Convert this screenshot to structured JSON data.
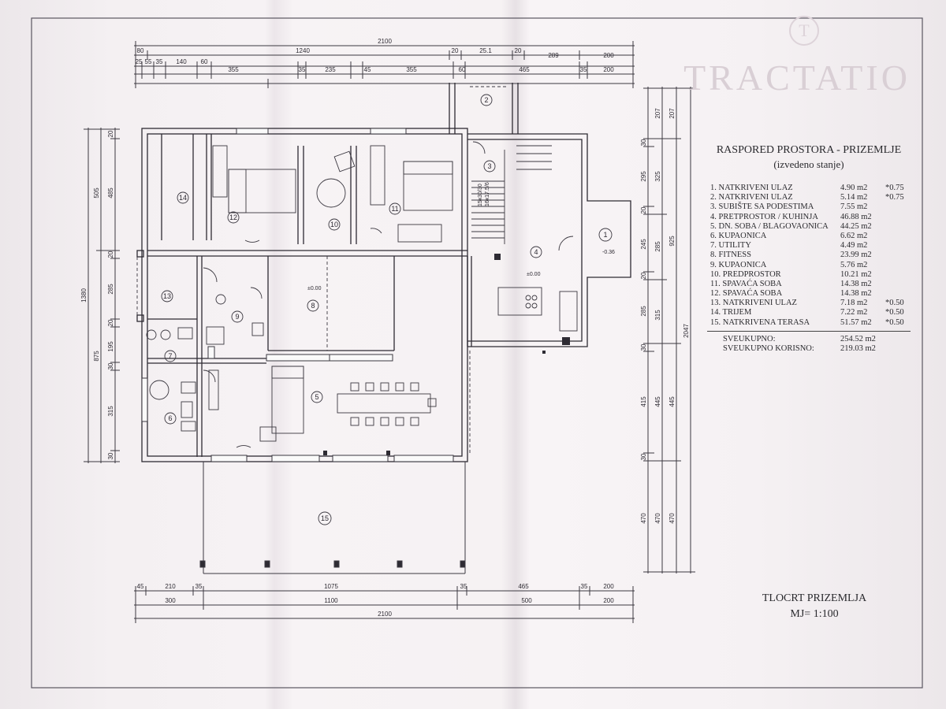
{
  "watermark": {
    "brand": "TRACTATIO",
    "logo_letter": "T"
  },
  "legend": {
    "title": "RASPORED PROSTORA - PRIZEMLJE",
    "subtitle": "(izvedeno stanje)",
    "rooms": [
      {
        "name": "1. NATKRIVENI ULAZ",
        "area": "4.90 m2",
        "coef": "*0.75"
      },
      {
        "name": "2. NATKRIVENI ULAZ",
        "area": "5.14 m2",
        "coef": "*0.75"
      },
      {
        "name": "3. SUBIŠTE SA PODESTIMA",
        "area": "7.55 m2",
        "coef": ""
      },
      {
        "name": "4. PRETPROSTOR / KUHINJA",
        "area": "46.88 m2",
        "coef": ""
      },
      {
        "name": "5. DN. SOBA / BLAGOVAONICA",
        "area": "44.25 m2",
        "coef": ""
      },
      {
        "name": "6. KUPAONICA",
        "area": "6.62 m2",
        "coef": ""
      },
      {
        "name": "7. UTILITY",
        "area": "4.49 m2",
        "coef": ""
      },
      {
        "name": "8. FITNESS",
        "area": "23.99 m2",
        "coef": ""
      },
      {
        "name": "9. KUPAONICA",
        "area": "5.76 m2",
        "coef": ""
      },
      {
        "name": "10. PREDPROSTOR",
        "area": "10.21 m2",
        "coef": ""
      },
      {
        "name": "11. SPAVAĆA SOBA",
        "area": "14.38 m2",
        "coef": ""
      },
      {
        "name": "12. SPAVAĆA SOBA",
        "area": "14.38 m2",
        "coef": ""
      },
      {
        "name": "13. NATKRIVENI ULAZ",
        "area": "7.18 m2",
        "coef": "*0.50"
      },
      {
        "name": "14. TRIJEM",
        "area": "7.22 m2",
        "coef": "*0.50"
      },
      {
        "name": "15. NATKRIVENA TERASA",
        "area": "51.57 m2",
        "coef": "*0.50"
      }
    ],
    "totals": [
      {
        "name": "SVEUKUPNO:",
        "area": "254.52 m2"
      },
      {
        "name": "SVEUKUPNO KORISNO:",
        "area": "219.03 m2"
      }
    ]
  },
  "drawing": {
    "title": "TLOCRT PRIZEMLJA",
    "scale": "MJ= 1:100",
    "room_numbers": [
      "1",
      "2",
      "3",
      "4",
      "5",
      "6",
      "7",
      "8",
      "9",
      "10",
      "11",
      "12",
      "13",
      "14",
      "15"
    ],
    "levels": [
      "±0.00",
      "±0.00",
      "-0.36"
    ],
    "top_dims": {
      "row1": [
        "2100"
      ],
      "row2": [
        "80",
        "1240",
        "20",
        "25.1",
        "20",
        "289",
        "200"
      ],
      "row3": [
        "25",
        "55",
        "35",
        "140",
        "60",
        "35",
        "235",
        "45",
        "355",
        "60",
        "465",
        "35",
        "200"
      ],
      "row3b": [
        "355"
      ]
    },
    "bottom_dims": {
      "row1": [
        "45",
        "210",
        "35",
        "1075",
        "35",
        "465",
        "35",
        "200"
      ],
      "row2": [
        "300",
        "1100",
        "500",
        "200"
      ],
      "row3": [
        "2100"
      ]
    },
    "left_dims": {
      "outer": [
        "1380"
      ],
      "mid": [
        "505",
        "875"
      ],
      "inner": [
        "20",
        "485",
        "20",
        "285",
        "20",
        "195",
        "30",
        "315",
        "30"
      ]
    },
    "right_dims": {
      "inner": [
        "30",
        "295",
        "20",
        "245",
        "20",
        "285",
        "30",
        "415",
        "30",
        "470"
      ],
      "mid": [
        "207",
        "325",
        "285",
        "315",
        "445",
        "470"
      ],
      "outer": [
        "207",
        "925",
        "445",
        "470"
      ],
      "far": [
        "2047"
      ]
    },
    "stair_notes": [
      "15x30/30",
      "16x17.5/6"
    ]
  }
}
